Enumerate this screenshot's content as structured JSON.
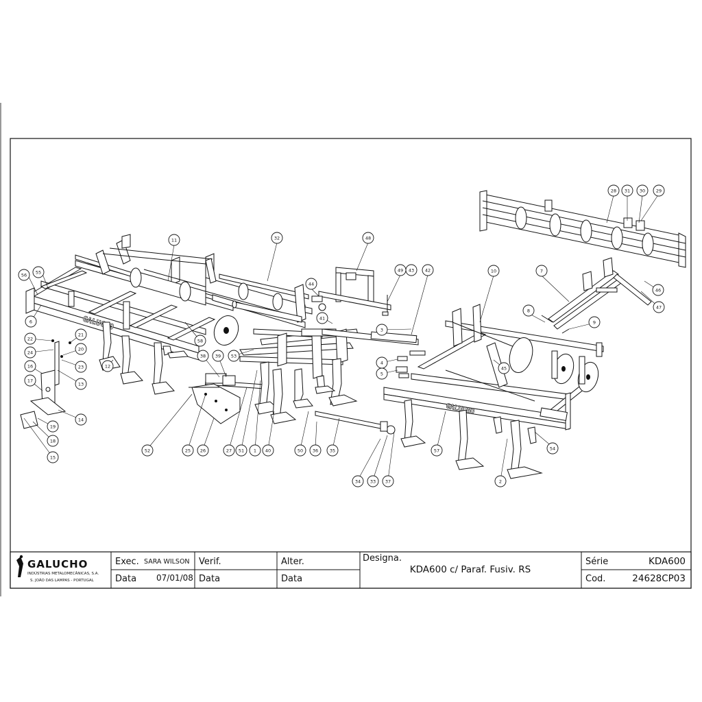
{
  "drawing": {
    "balloons": [
      "1",
      "2",
      "3",
      "4",
      "5",
      "6",
      "7",
      "8",
      "9",
      "10",
      "11",
      "12",
      "13",
      "14",
      "15",
      "16",
      "17",
      "18",
      "19",
      "20",
      "21",
      "22",
      "23",
      "24",
      "25",
      "26",
      "27",
      "28",
      "29",
      "30",
      "31",
      "32",
      "33",
      "34",
      "35",
      "36",
      "37",
      "38",
      "39",
      "40",
      "41",
      "42",
      "43",
      "44",
      "45",
      "46",
      "47",
      "48",
      "49",
      "50",
      "51",
      "52",
      "53",
      "54",
      "55",
      "56",
      "57",
      "58"
    ],
    "frame_lettering": "GALUCHO"
  },
  "title_block": {
    "company_name": "GALUCHO",
    "company_sub1": "INDÚSTRIAS METALOMECÂNICAS, S.A.",
    "company_sub2": "S. JOÃO DAS LAMPAS - PORTUGAL",
    "exec_label": "Exec.",
    "exec_value": "SARA WILSON",
    "verif_label": "Verif.",
    "verif_value": "",
    "alter_label": "Alter.",
    "alter_value": "",
    "data_label": "Data",
    "data_exec_value": "07/01/08",
    "data_verif_value": "",
    "data_alter_value": "",
    "designa_label": "Designa.",
    "designa_value": "KDA600 c/ Paraf. Fusiv. RS",
    "serie_label": "Série",
    "serie_value": "KDA600",
    "cod_label": "Cod.",
    "cod_value": "24628CP03"
  }
}
